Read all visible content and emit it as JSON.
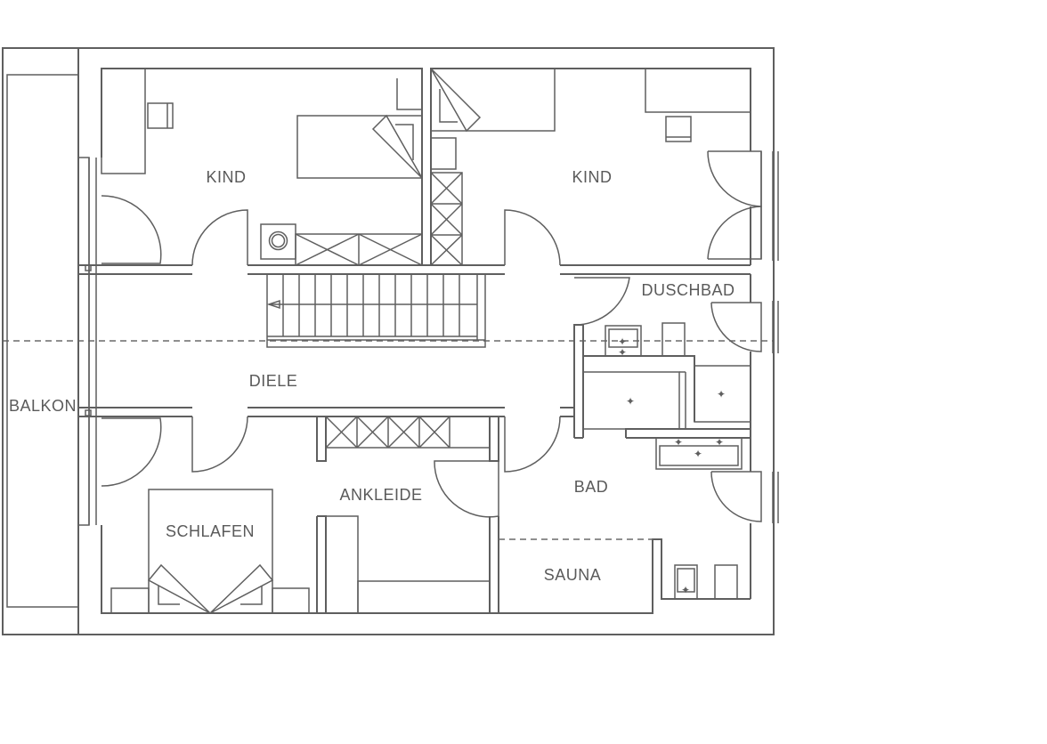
{
  "rooms": {
    "kind_left": "KIND",
    "kind_right": "KIND",
    "duschbad": "DUSCHBAD",
    "balkon": "BALKON",
    "diele": "DIELE",
    "ankleide": "ANKLEIDE",
    "bad": "BAD",
    "schlafen": "SCHLAFEN",
    "sauna": "SAUNA"
  },
  "colors": {
    "line": "#5f5f5f",
    "label": "#5a5a5a",
    "background": "#ffffff"
  }
}
